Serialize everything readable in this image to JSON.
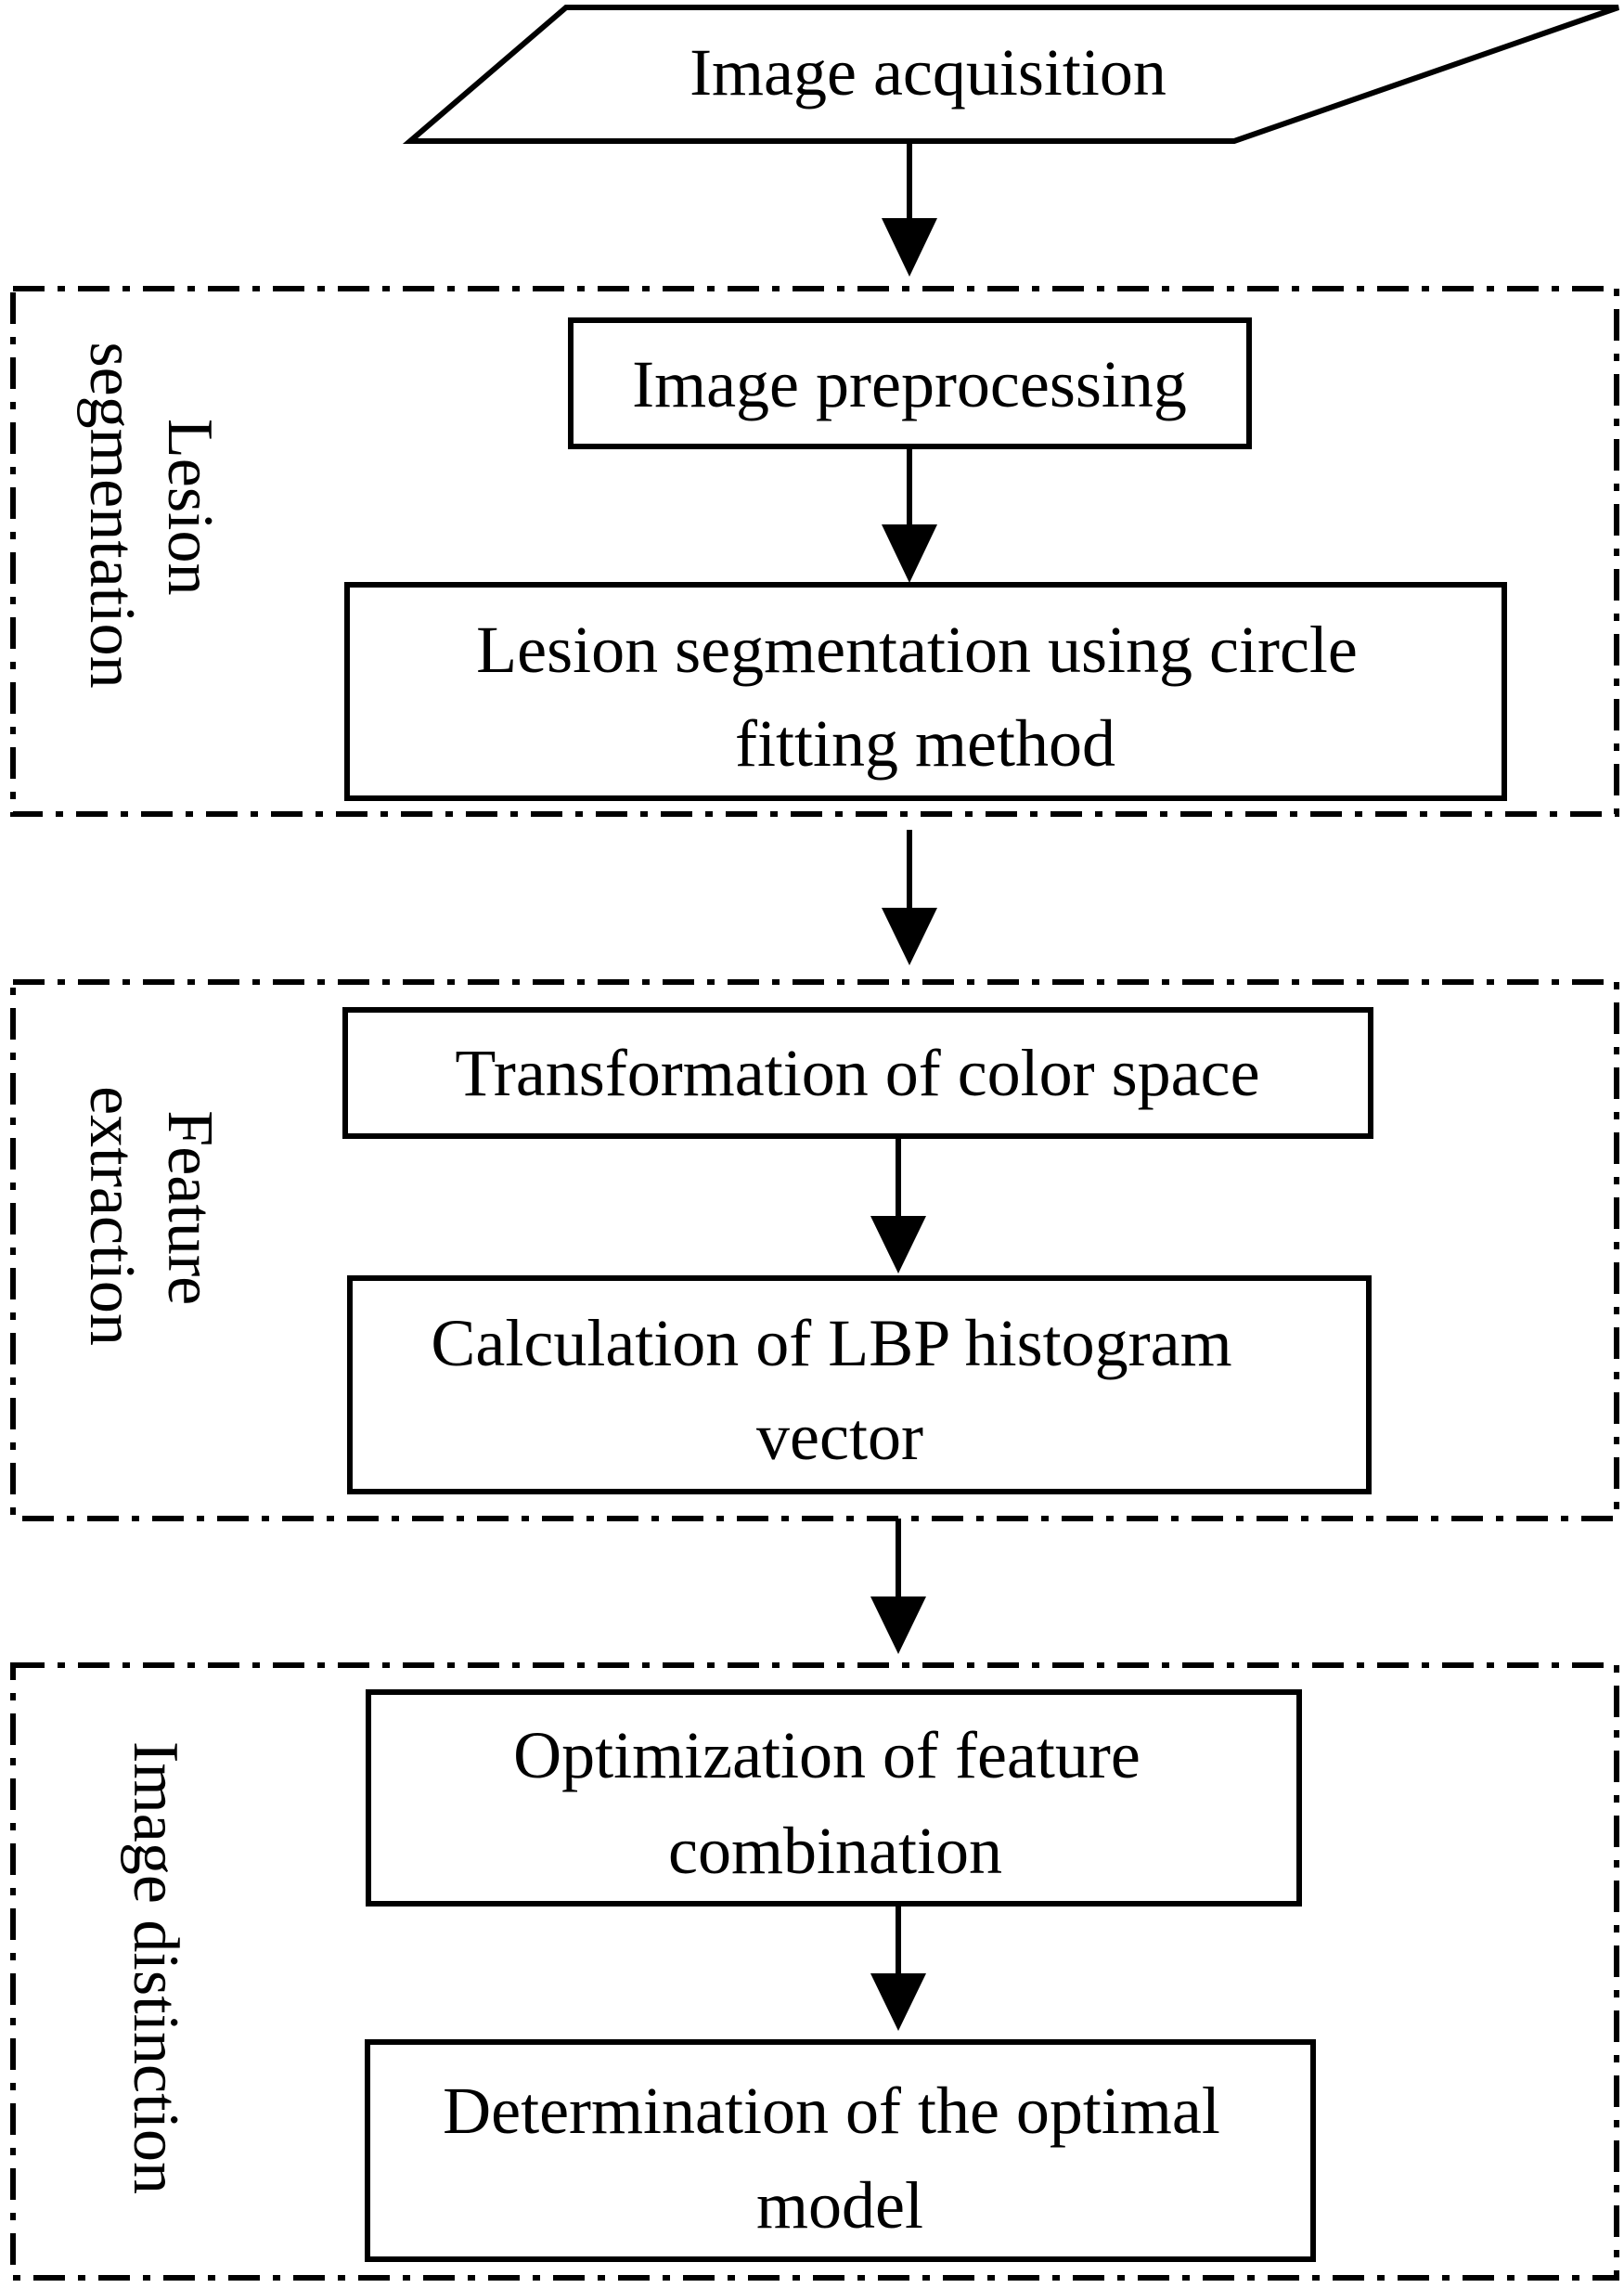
{
  "start": {
    "label": "Image acquisition"
  },
  "groups": [
    {
      "title_lines": [
        "Lesion",
        "segmentation"
      ],
      "steps": [
        {
          "lines": [
            "Image preprocessing"
          ]
        },
        {
          "lines": [
            "Lesion segmentation using circle",
            "fitting method"
          ]
        }
      ]
    },
    {
      "title_lines": [
        "Feature",
        "extraction"
      ],
      "steps": [
        {
          "lines": [
            "Transformation of color space"
          ]
        },
        {
          "lines": [
            "Calculation of LBP histogram",
            "vector"
          ]
        }
      ]
    },
    {
      "title_lines": [
        "Image distinction"
      ],
      "steps": [
        {
          "lines": [
            "Optimization of feature",
            "combination"
          ]
        },
        {
          "lines": [
            "Determination of the optimal",
            "model"
          ]
        }
      ]
    }
  ]
}
